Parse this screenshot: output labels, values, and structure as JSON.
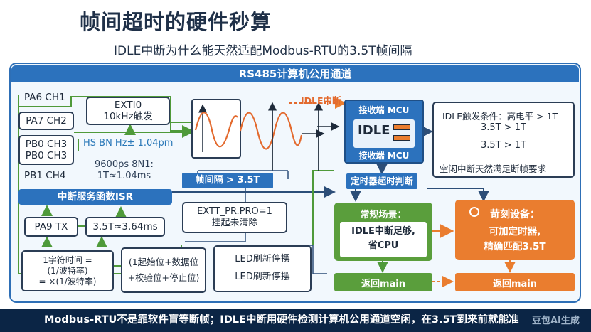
{
  "title": "帧间超时的硬件秒算",
  "subtitle": "IDLE中断为什么能天然适配Modbus-RTU的3.5T帧间隔",
  "banner": "RS485计算机公用通道",
  "pins": {
    "pa6": "PA6 CH1",
    "pa7": "PA7 CH2",
    "pb0a": "PB0 CH3",
    "pb0b": "PB0 CH3",
    "pb1": "PB1 CH4"
  },
  "exti": {
    "line1": "EXTI0",
    "line2": "10kHz触发"
  },
  "hs_label": "HS BN Hz± 1.04pm",
  "baud_label": {
    "line1": "9600ps 8N1:",
    "line2": "1T≈1.04ms"
  },
  "frame_gap": "帧间隔 > 3.5T",
  "idle_irq": "IDLE中断",
  "mcu": {
    "top": "接收端 MCU",
    "center": "IDLE",
    "bottom": "接收端 MCU"
  },
  "timer_judge": "定时器超时判断",
  "idle_cond": {
    "line1": "IDLE触发条件：高电平 > 1T",
    "line2": "3.5T > 1T",
    "line3": "3.5T > 1T",
    "line4": "空闲中断天然满足断帧要求"
  },
  "isr": {
    "header": "中断服务函数ISR"
  },
  "pa9": "PA9 TX",
  "t364": "3.5T≈3.64ms",
  "extt": {
    "line1": "EXTT_PR.PRO=1",
    "line2": "挂起未清除"
  },
  "char_time": {
    "line1": "1字符时间 =",
    "line2": "(1/波特率)",
    "line3": "= ×(1/波特率)"
  },
  "bits": {
    "line1": "(1起始位+数据位",
    "line2": "+校验位+停止位)"
  },
  "led": {
    "line1": "LED刷新停摆",
    "line2": "LED刷新停摆"
  },
  "normal": {
    "title": "常规场景：",
    "body1": "IDLE中断足够,",
    "body2": "省CPU",
    "return": "返回main"
  },
  "strict": {
    "title": "苛刻设备：",
    "body1": "可加定时器,",
    "body2": "精确匹配3.5T",
    "return": "返回main"
  },
  "footer": "Modbus-RTU不是靠软件盲等断帧；IDLE中断用硬件检测计算机公用通道空闲，在3.5T到来前就能准",
  "watermark": "豆包AI生成",
  "colors": {
    "primary_blue": "#2c72bd",
    "green": "#5a9e3c",
    "orange": "#ea7d2f",
    "dark_navy": "#0b2545",
    "wave_orange": "#e36a2e"
  }
}
